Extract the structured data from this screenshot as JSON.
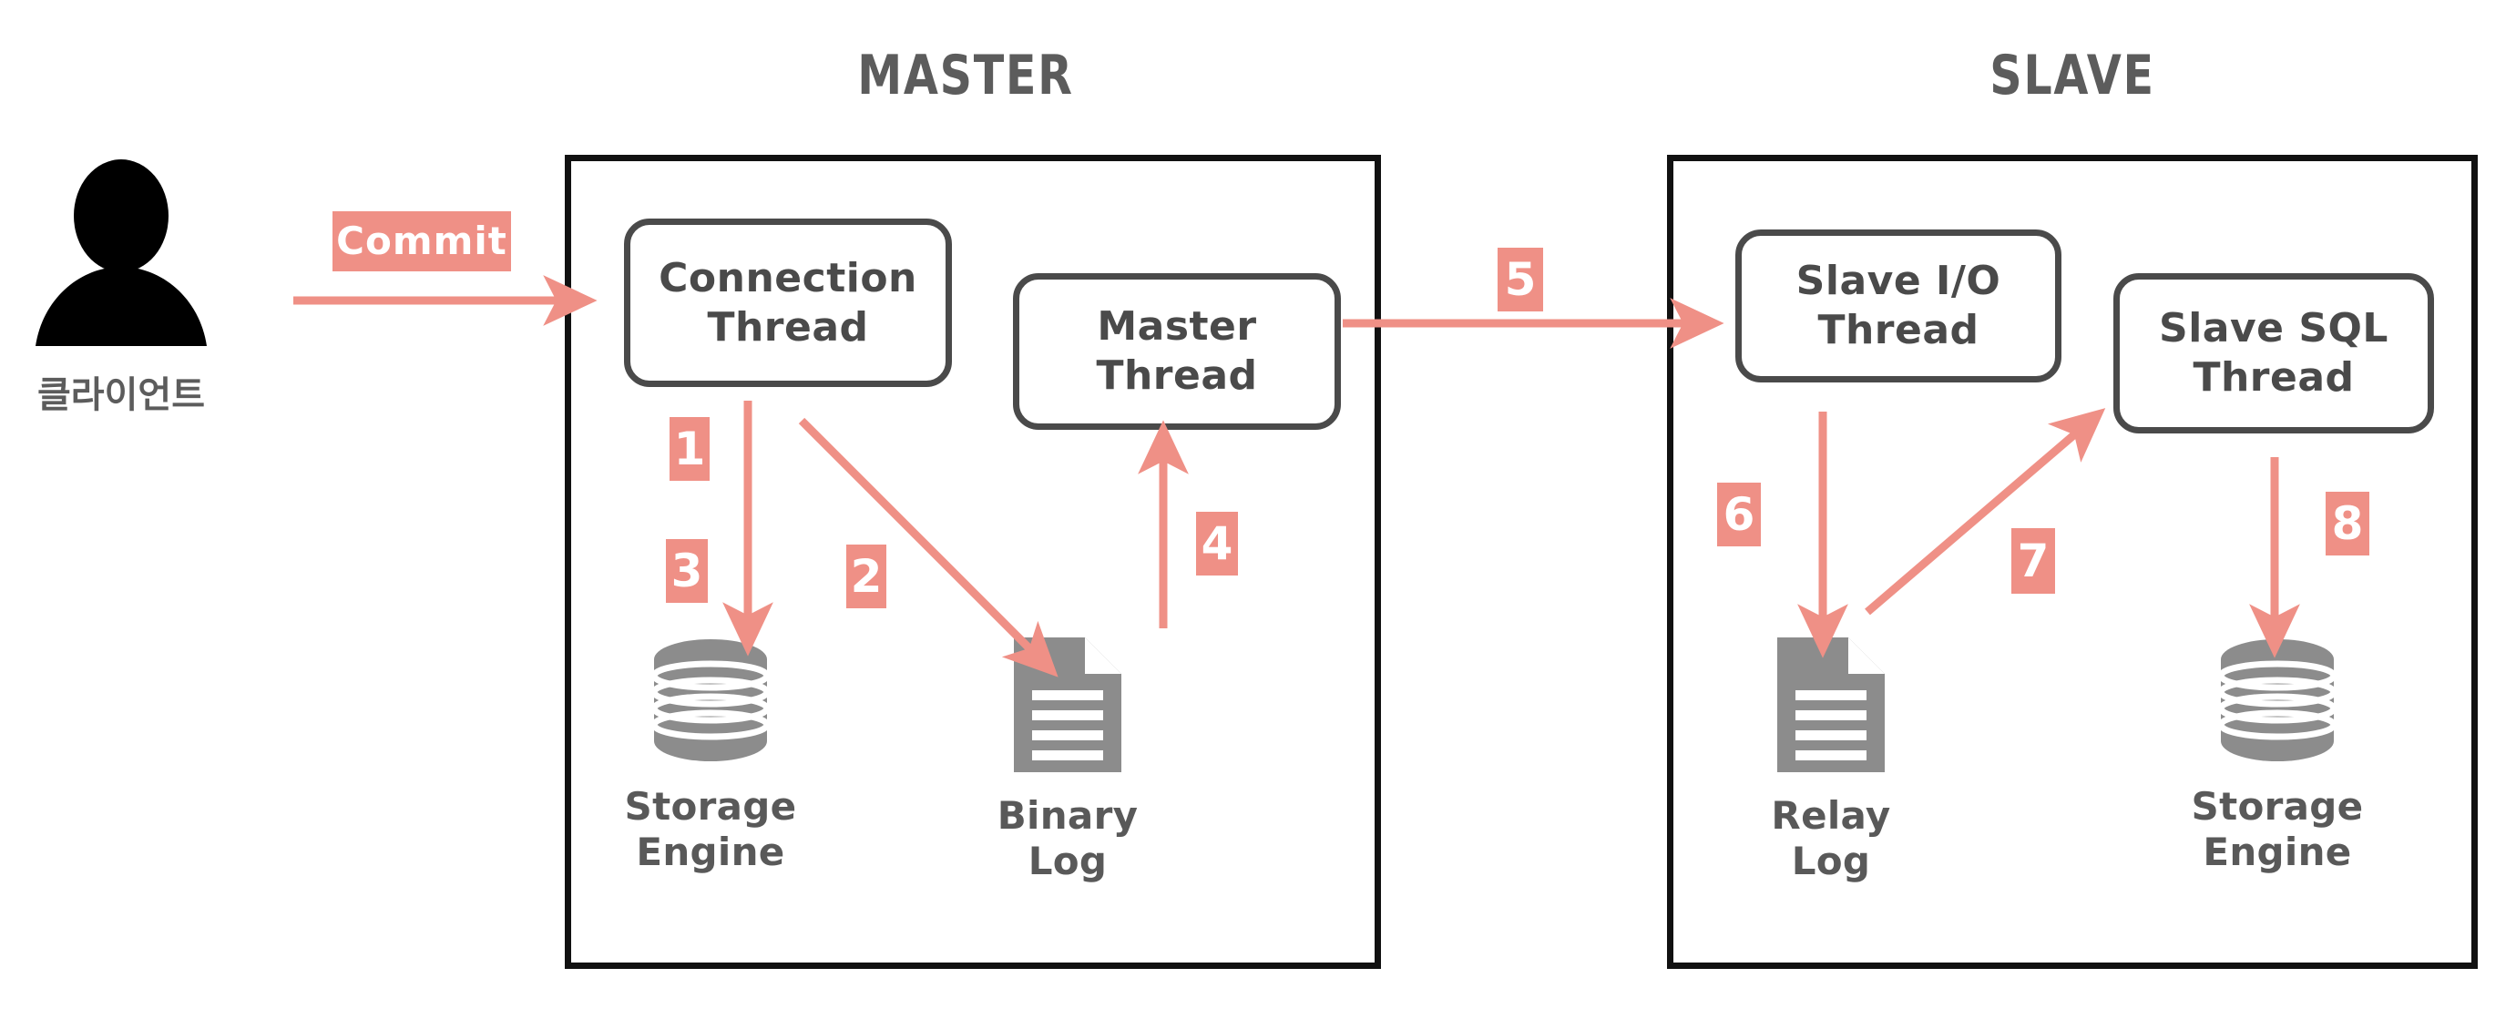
{
  "diagram": {
    "title_master": "MASTER",
    "title_slave": "SLAVE",
    "accent_color": "#ef9086",
    "box_border_color": "#111111",
    "thread_border_color": "#4a4a4a",
    "icon_gray": "#8c8c8c",
    "text_gray": "#595959",
    "background": "#ffffff"
  },
  "client": {
    "label": "클라이언트",
    "icon": "person-silhouette-icon"
  },
  "commit": {
    "label": "Commit"
  },
  "master": {
    "title": "MASTER",
    "nodes": [
      {
        "id": "connection-thread",
        "label": "Connection\nThread",
        "shape": "rounded-box"
      },
      {
        "id": "master-thread",
        "label": "Master\nThread",
        "shape": "rounded-box"
      },
      {
        "id": "master-storage",
        "label": "Storage\nEngine",
        "icon": "database-cylinder-icon"
      },
      {
        "id": "binary-log",
        "label": "Binary Log",
        "icon": "document-page-icon"
      }
    ]
  },
  "slave": {
    "title": "SLAVE",
    "nodes": [
      {
        "id": "slave-io-thread",
        "label": "Slave I/O\nThread",
        "shape": "rounded-box"
      },
      {
        "id": "slave-sql-thread",
        "label": "Slave SQL\nThread",
        "shape": "rounded-box"
      },
      {
        "id": "relay-log",
        "label": "Relay Log",
        "icon": "document-page-icon"
      },
      {
        "id": "slave-storage",
        "label": "Storage\nEngine",
        "icon": "database-cylinder-icon"
      }
    ]
  },
  "steps": [
    {
      "n": "1",
      "from": "Connection Thread",
      "to": "Storage Engine"
    },
    {
      "n": "2",
      "from": "Connection Thread",
      "to": "Binary Log"
    },
    {
      "n": "3",
      "from": "Connection Thread",
      "to": "Storage Engine"
    },
    {
      "n": "4",
      "from": "Binary Log",
      "to": "Master Thread"
    },
    {
      "n": "5",
      "from": "Master Thread",
      "to": "Slave I/O Thread"
    },
    {
      "n": "6",
      "from": "Slave I/O Thread",
      "to": "Relay Log"
    },
    {
      "n": "7",
      "from": "Relay Log",
      "to": "Slave SQL Thread"
    },
    {
      "n": "8",
      "from": "Slave SQL Thread",
      "to": "Storage Engine"
    }
  ]
}
